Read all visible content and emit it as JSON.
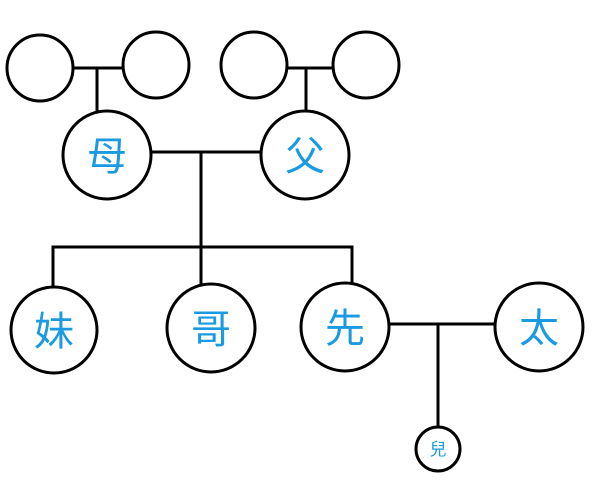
{
  "accent_color": "#1a9ae0",
  "line_color": "#000000",
  "nodes": {
    "maternal_grandfather": "",
    "maternal_grandmother": "",
    "paternal_grandfather": "",
    "paternal_grandmother": "",
    "mother": "母",
    "father": "父",
    "younger_sister": "妹",
    "older_brother": "哥",
    "self": "先",
    "spouse": "太",
    "child": "兒"
  }
}
